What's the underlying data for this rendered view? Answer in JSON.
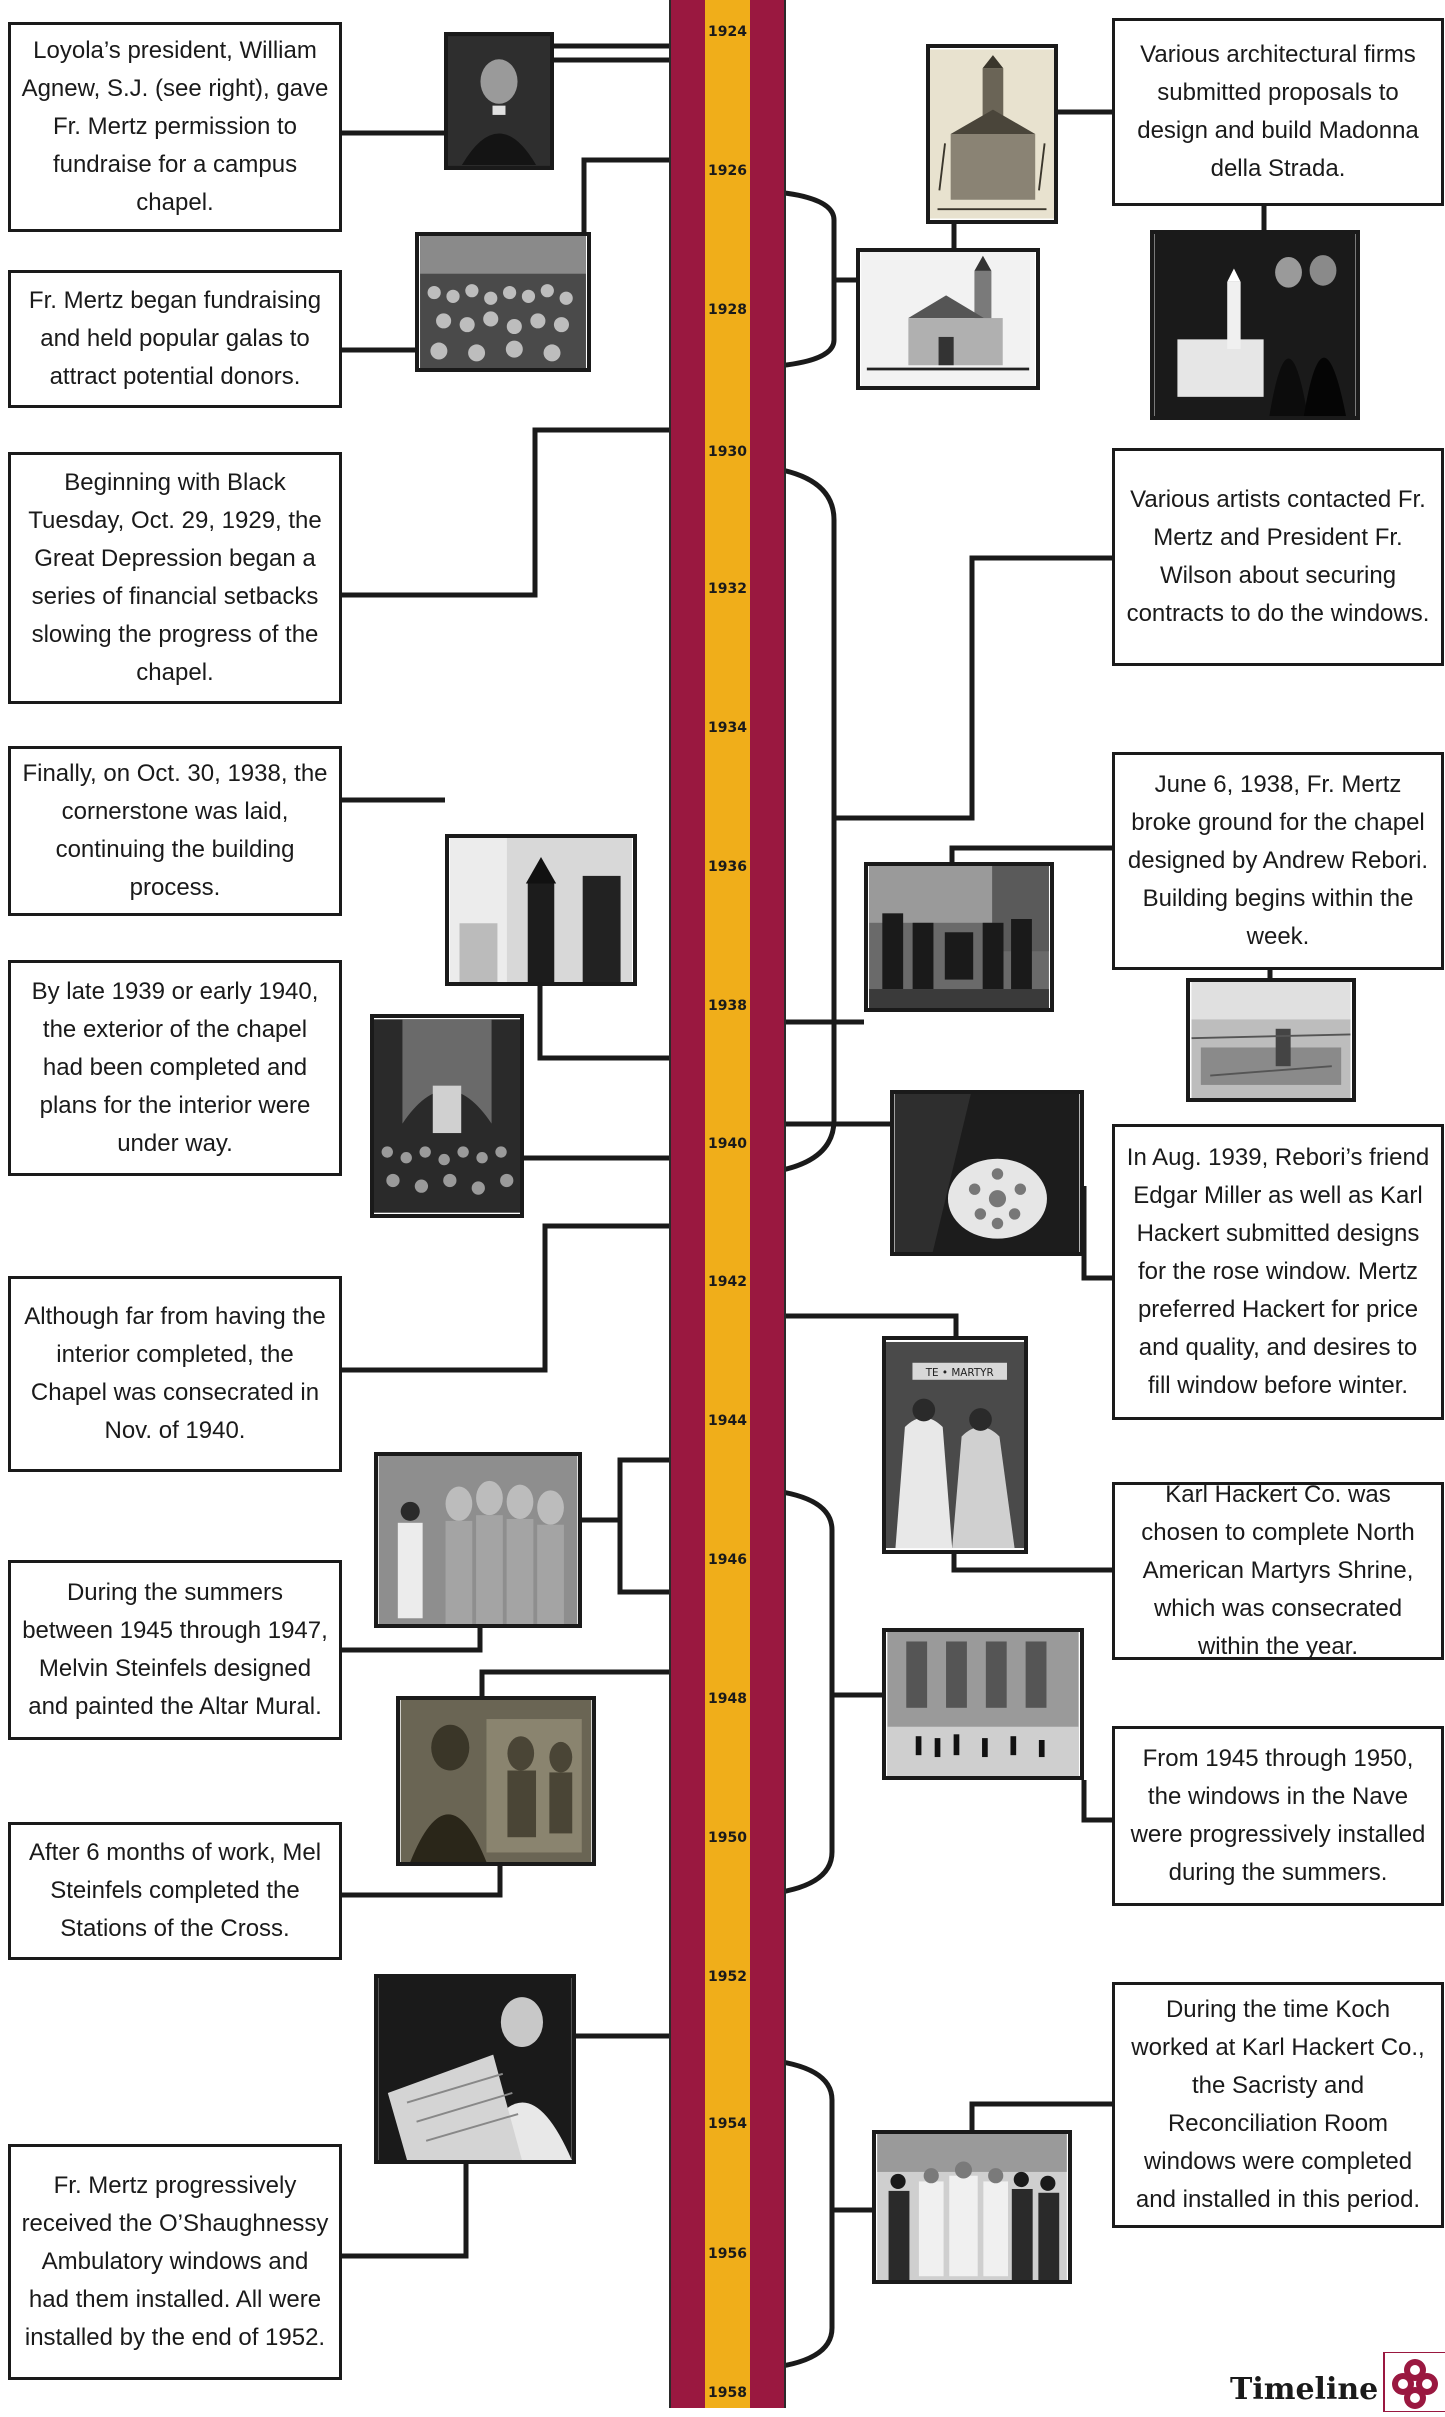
{
  "timeline": {
    "years": [
      "1924",
      "1926",
      "1928",
      "1930",
      "1932",
      "1934",
      "1936",
      "1938",
      "1940",
      "1942",
      "1944",
      "1946",
      "1948",
      "1950",
      "1952",
      "1954",
      "1956",
      "1958"
    ],
    "band_colors": {
      "maroon": "#9a1840",
      "gold": "#f0ae1a"
    }
  },
  "events_left": [
    "Loyola’s president, William Agnew, S.J. (see right), gave Fr. Mertz permission to fundraise for a campus chapel.",
    "Fr. Mertz began fundraising and held popular galas to attract potential donors.",
    "Beginning with Black Tuesday, Oct. 29, 1929, the Great Depression began a series of financial setbacks slowing the progress of the chapel.",
    "Finally, on Oct. 30, 1938, the cornerstone was laid, continuing the building process.",
    "By late 1939 or early 1940, the exterior of the chapel had been completed and plans for the interior were under way.",
    "Although far from having the interior completed, the Chapel was consecrated in Nov. of 1940.",
    "During the summers between 1945 through 1947, Melvin Steinfels designed and painted the Altar Mural.",
    "After 6 months of work, Mel Steinfels completed the Stations of the Cross.",
    "Fr. Mertz progressively received the O’Shaughnessy Ambulatory windows and had them installed. All were installed by the end of 1952."
  ],
  "events_right": [
    "Various architectural firms submitted proposals to design and build Madonna della Strada.",
    "Various artists contacted Fr. Mertz and President Fr. Wilson about securing contracts to do the windows.",
    "June 6, 1938, Fr. Mertz broke ground for the chapel designed by Andrew Rebori. Building begins within the week.",
    "In Aug. 1939, Rebori’s friend Edgar Miller as well as Karl Hackert submitted designs for the rose window. Mertz preferred Hackert for price and quality, and desires to fill window before winter.",
    "Karl Hackert Co. was chosen to complete North American Martyrs Shrine, which was consecrated within the year.",
    "From 1945 through 1950, the windows in the Nave were progressively installed during the summers.",
    "During the time Koch worked at Karl Hackert Co., the Sacristy and Reconciliation Room windows were completed and installed in this period."
  ],
  "photo_captions": {
    "martyrs_banner": "TE • MARTYR"
  },
  "footer": {
    "logo_label": "Timeline"
  }
}
